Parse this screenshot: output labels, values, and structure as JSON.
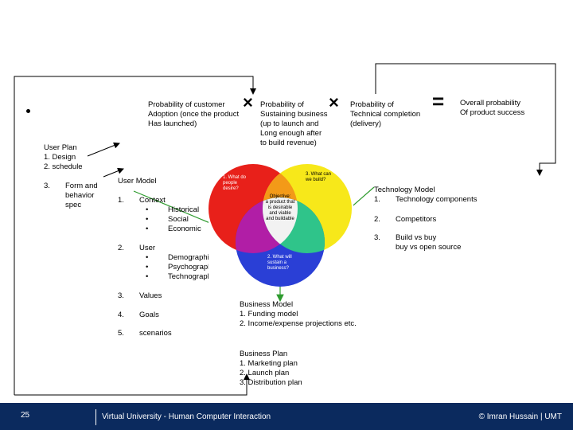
{
  "equation": {
    "term1": [
      "Probability of customer",
      "Adoption (once the product",
      "Has launched)"
    ],
    "term2": [
      "Probability of",
      "Sustaining business",
      "(up to launch and",
      "Long enough after",
      "to build revenue)"
    ],
    "term3": [
      "Probability of",
      "Technical completion",
      "(delivery)"
    ],
    "result": [
      "Overall probability",
      "Of product success"
    ],
    "multiply_symbol": "×",
    "equals_symbol": "="
  },
  "user_plan": {
    "title": "User Plan",
    "items": [
      "1.    Design",
      "2.      schedule"
    ],
    "item3_number": "3.",
    "item3_lines": [
      "Form and",
      "behavior",
      "spec"
    ]
  },
  "user_model": {
    "title": "User Model",
    "items": [
      {
        "num": "1.",
        "label": "Context",
        "subs": [
          "Historical",
          "Social",
          "Economic"
        ]
      },
      {
        "num": "2.",
        "label": "User",
        "subs": [
          "Demographics",
          "Psychographics",
          "Technographics"
        ]
      },
      {
        "num": "3.",
        "label": "Values",
        "subs": []
      },
      {
        "num": "4.",
        "label": "Goals",
        "subs": []
      },
      {
        "num": "5.",
        "label": "scenarios",
        "subs": []
      }
    ],
    "sub_bullet": "•"
  },
  "venn": {
    "circle_red_label": [
      "1. What do",
      "people",
      "desire?"
    ],
    "circle_yellow_label": [
      "3. What can",
      "we build?"
    ],
    "circle_blue_label": [
      "2. What will",
      "sustain a",
      "business?"
    ],
    "center_label": [
      "Objective:",
      "a product that",
      "is desirable",
      "and viable",
      "and buildable"
    ]
  },
  "technology_model": {
    "title": "Technology Model",
    "items": [
      {
        "num": "1.",
        "lines": [
          "Technology components"
        ]
      },
      {
        "num": "2.",
        "lines": [
          "Competitors"
        ]
      },
      {
        "num": "3.",
        "lines": [
          "Build vs buy",
          "buy vs open source"
        ]
      }
    ]
  },
  "business_model": {
    "title": "Business Model",
    "items": [
      "1.     Funding model",
      "2.     Income/expense projections etc."
    ]
  },
  "business_plan": {
    "title": "Business Plan",
    "items": [
      "1.     Marketing plan",
      "2.     Launch plan",
      "3.     Distribution plan"
    ]
  },
  "footer": {
    "page_number": "25",
    "title": "Virtual University - Human Computer Interaction",
    "copyright": "© Imran Hussain | UMT"
  },
  "colors": {
    "arrow_green": "#2e9b2e",
    "venn_red": "#e8201a",
    "venn_yellow": "#f7e81a",
    "venn_blue": "#2a3fd6",
    "footer_bg": "#0b2a5e"
  }
}
